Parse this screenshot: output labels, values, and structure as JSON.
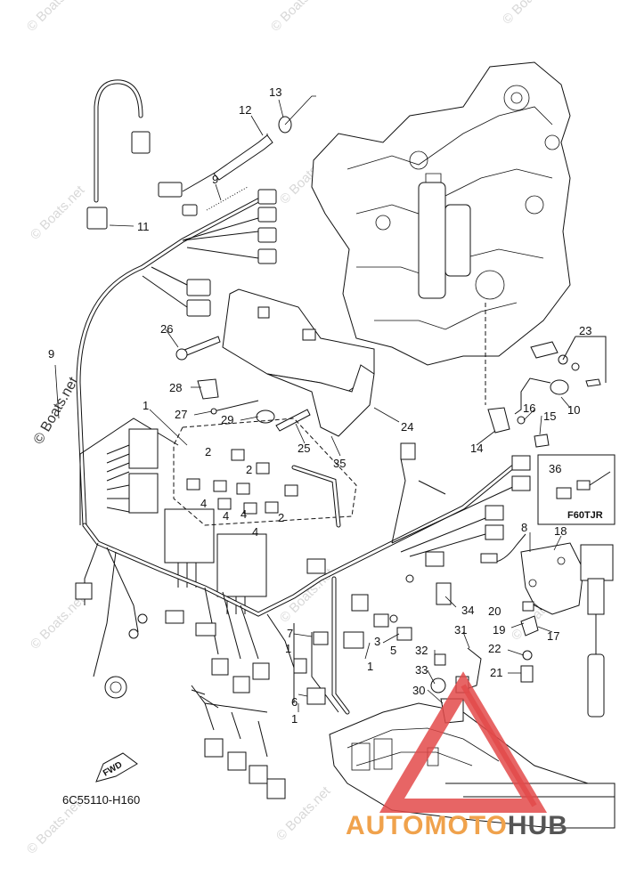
{
  "diagram": {
    "code": "6C55110-H160",
    "fwd_label": "FWD",
    "inset_label": "F60TJR",
    "callouts": {
      "c1a": "1",
      "c1b": "1",
      "c1c": "1",
      "c1d": "1",
      "c2a": "2",
      "c2b": "2",
      "c2c": "2",
      "c3": "3",
      "c4a": "4",
      "c4b": "4",
      "c4c": "4",
      "c4d": "4",
      "c5": "5",
      "c6": "6",
      "c7": "7",
      "c8": "8",
      "c9a": "9",
      "c9b": "9",
      "c10": "10",
      "c11": "11",
      "c12": "12",
      "c13": "13",
      "c14": "14",
      "c15": "15",
      "c16": "16",
      "c17": "17",
      "c18": "18",
      "c19": "19",
      "c20": "20",
      "c21": "21",
      "c22": "22",
      "c23": "23",
      "c24": "24",
      "c25": "25",
      "c26": "26",
      "c27": "27",
      "c28": "28",
      "c29": "29",
      "c30": "30",
      "c31": "31",
      "c32": "32",
      "c33": "33",
      "c34": "34",
      "c35": "35",
      "c36": "36"
    }
  },
  "watermark": {
    "text": "© Boats.net",
    "side_text": "© Boats.net"
  },
  "brand": {
    "part1": "AUTOMOTO",
    "part2": "HUB",
    "accent_color": "#f0a24c",
    "dark_color": "#555555",
    "triangle_color": "#e34a4a"
  }
}
